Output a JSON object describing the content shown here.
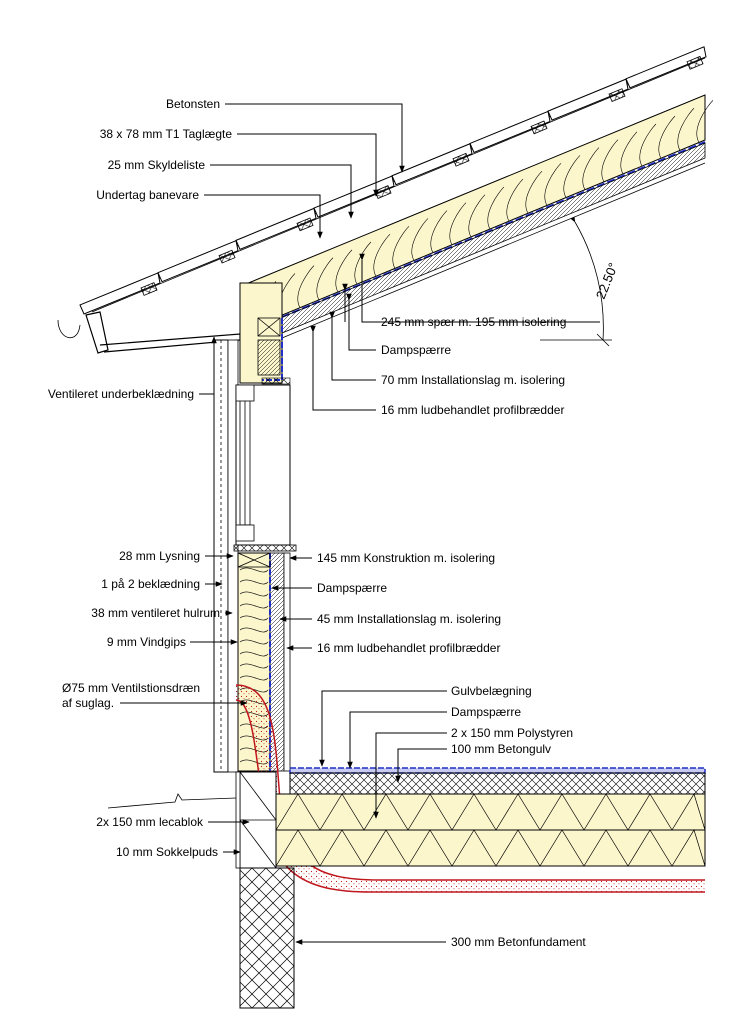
{
  "colors": {
    "insulation": "#fbf6cc",
    "vapour_barrier": "#1f2fc8",
    "drain_pipe": "#c0171d",
    "drain_fill": "#f7d9d9"
  },
  "roof": {
    "angle_label": "22.50°",
    "labels": [
      {
        "id": "betonsten",
        "text": "Betonsten"
      },
      {
        "id": "taglaegte",
        "text": "38 x 78 mm T1 Taglægte"
      },
      {
        "id": "skyldeliste",
        "text": "25 mm Skyldeliste"
      },
      {
        "id": "undertag",
        "text": "Undertag banevare"
      },
      {
        "id": "spaer",
        "text": "245 mm spær m. 195 mm isolering"
      },
      {
        "id": "dampspaerre",
        "text": "Dampspærre"
      },
      {
        "id": "installationslag",
        "text": "70 mm Installationslag m. isolering"
      },
      {
        "id": "profilbraedder",
        "text": "16 mm ludbehandlet profilbrædder"
      },
      {
        "id": "underbeklaedning",
        "text": "Ventileret underbeklædning"
      }
    ]
  },
  "wall": {
    "labels": [
      {
        "id": "lysning",
        "text": "28 mm Lysning"
      },
      {
        "id": "beklaedning",
        "text": "1 på 2 beklædning"
      },
      {
        "id": "hulrum",
        "text": "38 mm ventileret hulrum"
      },
      {
        "id": "vindgips",
        "text": "9 mm Vindgips"
      },
      {
        "id": "konstruktion",
        "text": "145 mm Konstruktion m. isolering"
      },
      {
        "id": "dampspaerre",
        "text": "Dampspærre"
      },
      {
        "id": "installationslag",
        "text": "45 mm Installationslag m. isolering"
      },
      {
        "id": "profilbraedder",
        "text": "16 mm ludbehandlet profilbrædder"
      }
    ]
  },
  "base": {
    "drain_line1": "Ø75 mm Ventilstionsdræn",
    "drain_line2": "af suglag.",
    "labels": [
      {
        "id": "gulvbelaegning",
        "text": "Gulvbelægning"
      },
      {
        "id": "dampspaerre",
        "text": "Dampspærre"
      },
      {
        "id": "polystyren",
        "text": "2 x 150 mm Polystyren"
      },
      {
        "id": "betongulv",
        "text": "100 mm Betongulv"
      },
      {
        "id": "lecablok",
        "text": "2x 150 mm lecablok"
      },
      {
        "id": "sokkelpuds",
        "text": "10 mm Sokkelpuds"
      },
      {
        "id": "betonfundament",
        "text": "300 mm Betonfundament"
      }
    ]
  }
}
